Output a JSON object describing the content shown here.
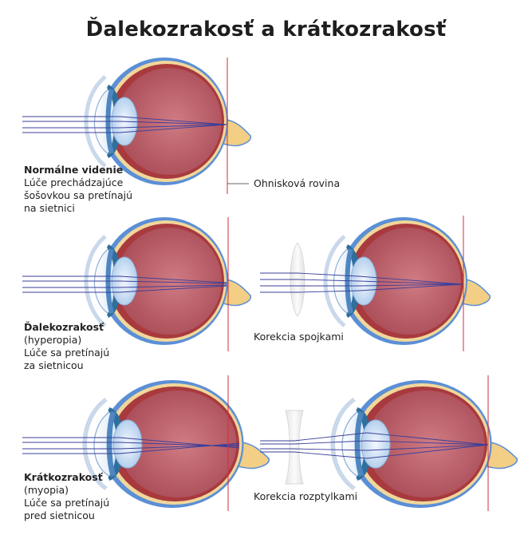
{
  "title": "Ďalekozrakosť a krátkozrakosť",
  "colors": {
    "outer_blue": "#5b8fd6",
    "retina_yellow": "#f2d79a",
    "choroid": "#a83a3e",
    "vitreous": "#b95c66",
    "lens": "#c8def4",
    "iris": "#2f6f9d",
    "nerve": "#f2cf85",
    "focal_line": "#d32d3a",
    "ray": "#3b3f9a"
  },
  "panels": {
    "normal": {
      "heading": "Normálne videnie",
      "lines": [
        "Lúče prechádzajúce",
        "šošovkou sa pretínajú",
        "na sietnici"
      ],
      "focal_label": "Ohnisková rovina"
    },
    "hyperopia": {
      "heading": "Ďalekozrakosť",
      "lines": [
        "(hyperopia)",
        "Lúče sa pretínajú",
        "za sietnicou"
      ],
      "correction_label": "Korekcia spojkami"
    },
    "myopia": {
      "heading": "Krátkozrakosť",
      "lines": [
        "(myopia)",
        "Lúče sa pretínajú",
        "pred sietnicou"
      ],
      "correction_label": "Korekcia rozptylkami"
    }
  },
  "icons": {
    "eye": "eye-cross-section-icon",
    "convex_lens": "convex-lens-icon",
    "concave_lens": "concave-lens-icon"
  }
}
